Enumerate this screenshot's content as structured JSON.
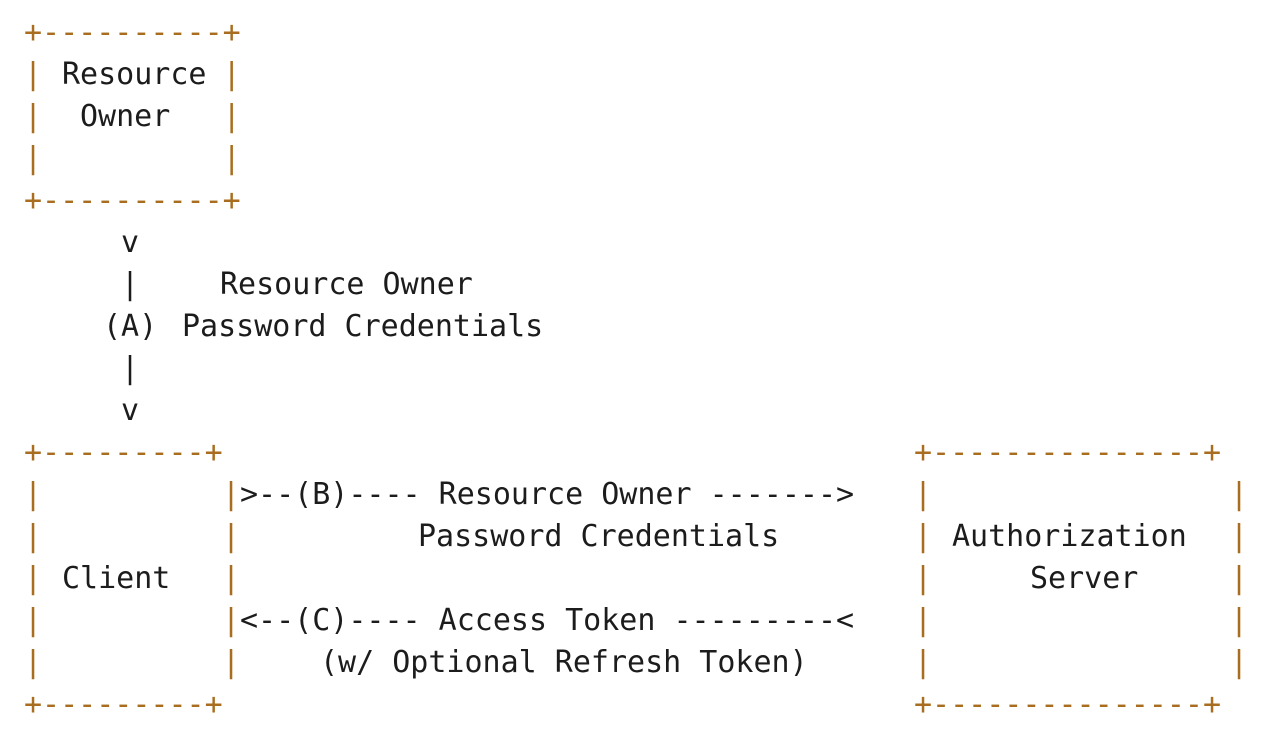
{
  "diagram": {
    "resource_owner_box": {
      "label_line1": "Resource",
      "label_line2": "Owner"
    },
    "client_box": {
      "label": "Client"
    },
    "authorization_server_box": {
      "label_line1": "Authorization",
      "label_line2": "Server"
    },
    "flow_a": {
      "arrowhead_top": "v",
      "line": "|",
      "step_label": "(A)",
      "line_below": "|",
      "arrowhead_bottom": "v",
      "description_line1": "Resource Owner",
      "description_line2": "Password Credentials"
    },
    "flow_b": {
      "text": ">--(B)---- Resource Owner ------->",
      "description_line2": "Password Credentials"
    },
    "flow_c": {
      "text": "<--(C)---- Access Token ---------<",
      "description_line2": "(w/ Optional Refresh Token)"
    },
    "box_borders": {
      "resource_owner_top": "+----------+",
      "resource_owner_row1": "|          |",
      "resource_owner_row2": "|          |",
      "resource_owner_row3": "|          |",
      "resource_owner_bottom": "+----------+",
      "client_top": "+---------+",
      "client_bottom": "+---------+",
      "client_side": "|",
      "auth_top": "+---------------+",
      "auth_bottom": "+---------------+",
      "auth_side": "|"
    },
    "colors": {
      "border": "#a86d1e",
      "text": "#1c1c1c",
      "background": "#ffffff"
    }
  }
}
